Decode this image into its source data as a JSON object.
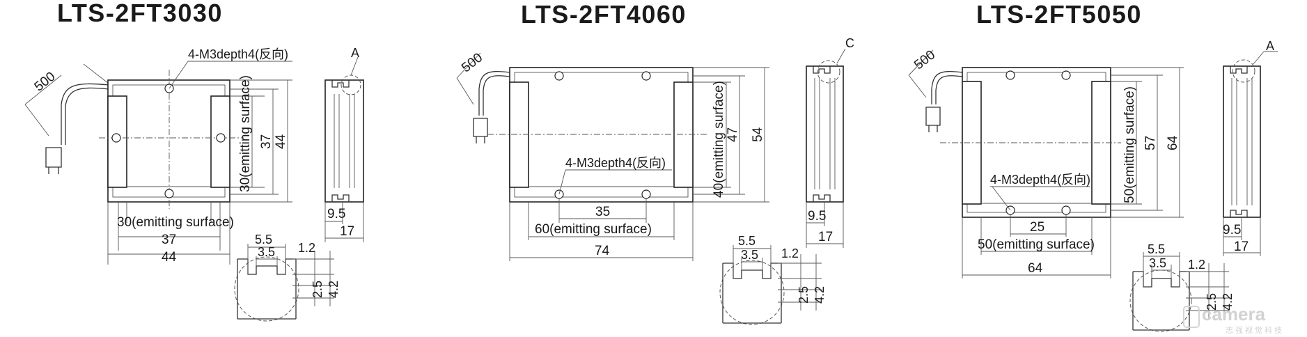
{
  "drawings": [
    {
      "model": "LTS-2FT3030",
      "cable_length": "500",
      "hole_note": "4-M3depth4(反向)",
      "side_detail_label": "A",
      "horiz_emit": "30(emitting surface)",
      "horiz_mid": "37",
      "horiz_total": "44",
      "vert_emit": "30(emitting surface)",
      "vert_mid": "37",
      "vert_total": "44",
      "side_offset": "9.5",
      "side_width": "17",
      "detail": {
        "top_outer": "5.5",
        "top_inner": "3.5",
        "lip": "1.2",
        "slot_h": "2.5",
        "total_h": "4.2"
      }
    },
    {
      "model": "LTS-2FT4060",
      "cable_length": "500",
      "hole_note": "4-M3depth4(反向)",
      "side_detail_label": "C",
      "horiz_emit": "60(emitting surface)",
      "horiz_mid": "35",
      "horiz_total": "74",
      "vert_emit": "40(emitting surface)",
      "vert_mid": "47",
      "vert_total": "54",
      "side_offset": "9.5",
      "side_width": "17",
      "detail": {
        "top_outer": "5.5",
        "top_inner": "3.5",
        "lip": "1.2",
        "slot_h": "2.5",
        "total_h": "4.2"
      }
    },
    {
      "model": "LTS-2FT5050",
      "cable_length": "500",
      "hole_note": "4-M3depth4(反向)",
      "side_detail_label": "A",
      "horiz_emit": "50(emitting surface)",
      "horiz_mid": "25",
      "horiz_total": "64",
      "vert_emit": "50(emitting surface)",
      "vert_mid": "57",
      "vert_total": "64",
      "side_offset": "9.5",
      "side_width": "17",
      "detail": {
        "top_outer": "5.5",
        "top_inner": "3.5",
        "lip": "1.2",
        "slot_h": "2.5",
        "total_h": "4.2"
      }
    }
  ],
  "watermark": {
    "brand": "camera",
    "sub": "志强视觉科技"
  }
}
